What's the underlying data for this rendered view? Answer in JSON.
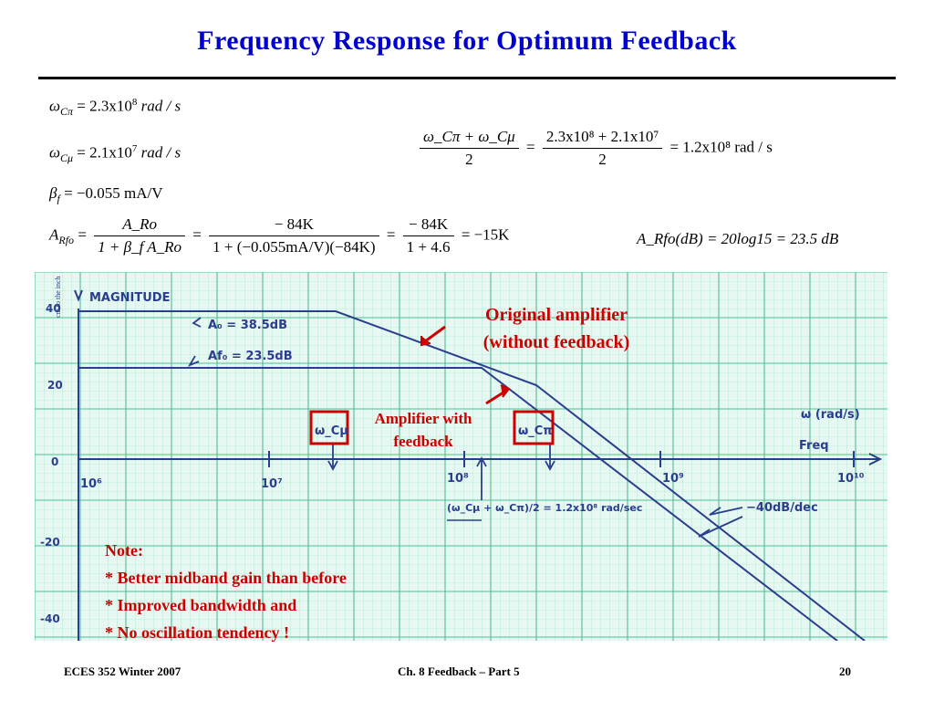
{
  "title": "Frequency  Response  for  Optimum  Feedback",
  "equations": {
    "wcpi_lhs": "ω",
    "wcpi_sub": "Cπ",
    "wcpi_val": "= 2.3x10",
    "wcpi_exp": "8",
    "wcpi_unit": "rad / s",
    "wcmu_lhs": "ω",
    "wcmu_sub": "Cμ",
    "wcmu_val": "= 2.1x10",
    "wcmu_exp": "7",
    "wcmu_unit": "rad / s",
    "beta_lhs": "β",
    "beta_sub": "f",
    "beta_val": "= −0.055  mA/V",
    "avg_num": "ω_Cπ + ω_Cμ",
    "avg_den": "2",
    "avg_num2": "2.3x10⁸ + 2.1x10⁷",
    "avg_den2": "2",
    "avg_res": "= 1.2x10⁸ rad / s",
    "arfo_lhs": "A",
    "arfo_sub": "Rfo",
    "arfo_f1_num": "A_Ro",
    "arfo_f1_den": "1 + β_f A_Ro",
    "arfo_f2_num": "− 84K",
    "arfo_f2_den": "1 + (−0.055mA/V)(−84K)",
    "arfo_f3_num": "− 84K",
    "arfo_f3_den": "1 + 4.6",
    "arfo_res": "= −15K",
    "arfodb": "A_Rfo(dB) = 20log15 = 23.5  dB"
  },
  "graph": {
    "magnitude": "MAGNITUDE",
    "ao_label": "A₀ = 38.5dB",
    "afo_label": "Af₀ = 23.5dB",
    "ylabels": [
      "40",
      "20",
      "0",
      "-20",
      "-40"
    ],
    "xlabels": [
      "10⁶",
      "10⁷",
      "10⁸",
      "10⁹",
      "10¹⁰"
    ],
    "omega_axis": "ω (rad/s)",
    "freq": "Freq",
    "wcmu": "ω_Cμ",
    "wcpi": "ω_Cπ",
    "avg_note": "(ω_Cμ + ω_Cπ)/2 = 1.2x10⁸ rad/sec",
    "slope": "−40dB/dec",
    "side_text": "cm to the inch"
  },
  "labels": {
    "original_1": "Original amplifier",
    "original_2": "(without feedback)",
    "feedback_1": "Amplifier  with",
    "feedback_2": "feedback"
  },
  "note": {
    "heading": "Note:",
    "line1": "*  Better  midband  gain  than  before",
    "line2": "*   Improved  bandwidth  and",
    "line3": "*   No  oscillation  tendency !"
  },
  "footer": {
    "left": "ECES 352  Winter 2007",
    "center": "Ch. 8 Feedback – Part 5",
    "page": "20"
  },
  "colors": {
    "title": "#0000cc",
    "grid_bg": "#dff5ee",
    "grid_line": "#7fd3b4",
    "ink": "#2a3d8f",
    "red": "#cc0000"
  }
}
